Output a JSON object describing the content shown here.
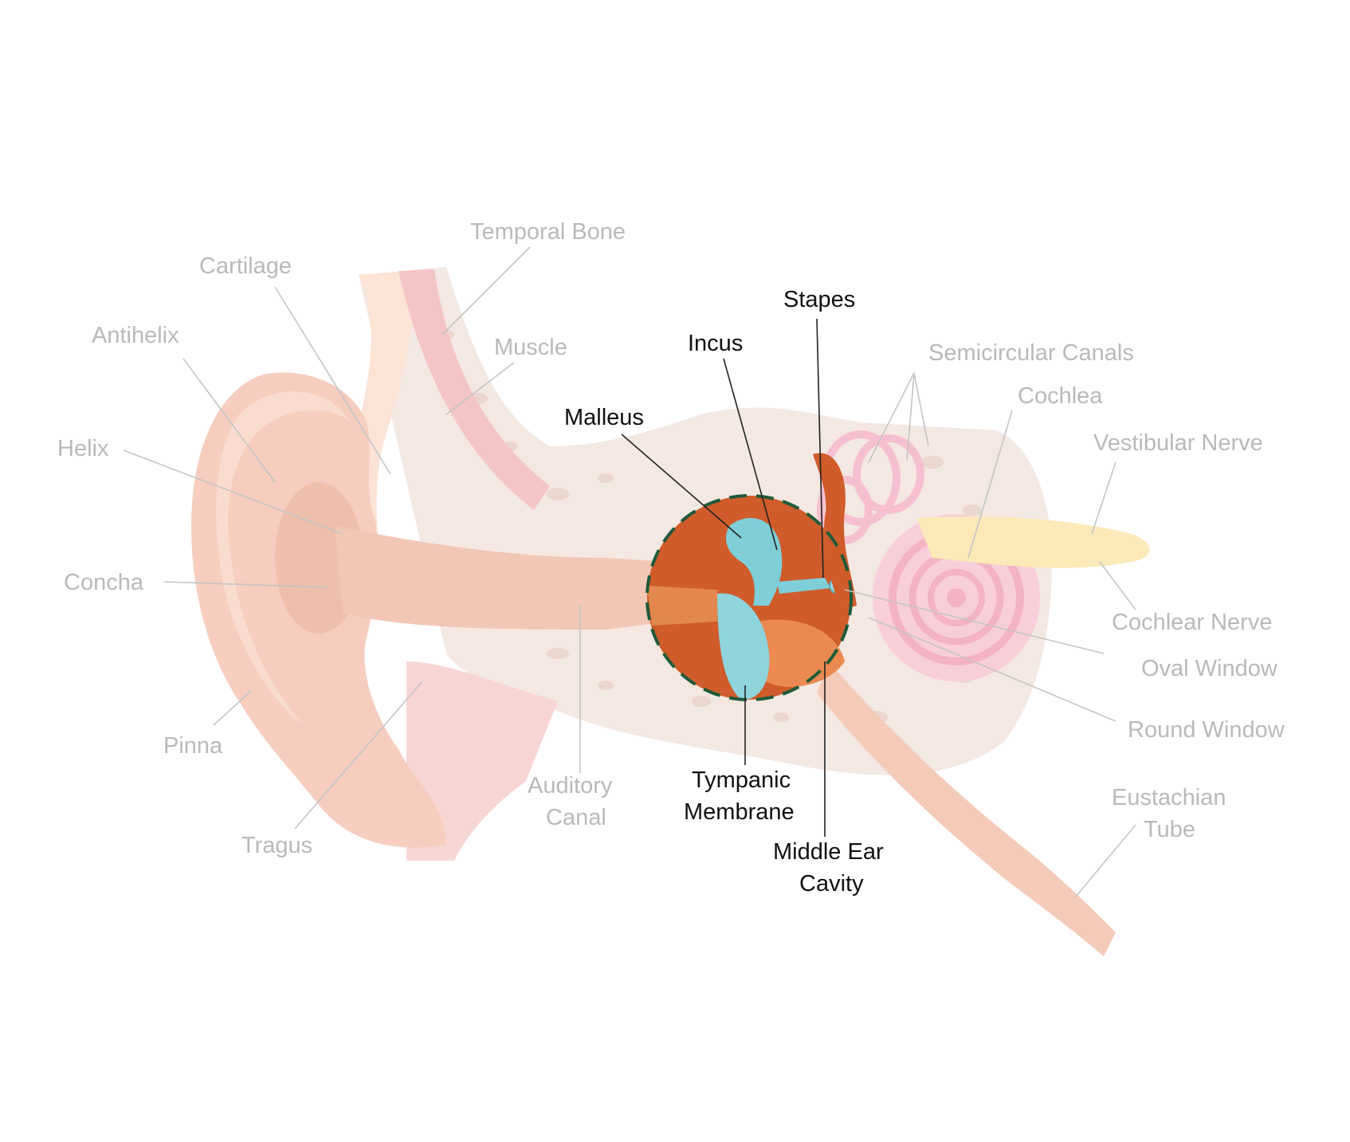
{
  "diagram": {
    "highlight_color": "#1f5a3a",
    "faded_labels": {
      "temporal_bone": "Temporal Bone",
      "cartilage": "Cartilage",
      "antihelix": "Antihelix",
      "muscle": "Muscle",
      "helix": "Helix",
      "concha": "Concha",
      "pinna": "Pinna",
      "tragus": "Tragus",
      "auditory_canal_line1": "Auditory",
      "auditory_canal_line2": "Canal",
      "semicircular_canals": "Semicircular Canals",
      "cochlea": "Cochlea",
      "vestibular_nerve": "Vestibular Nerve",
      "cochlear_nerve": "Cochlear Nerve",
      "oval_window": "Oval Window",
      "round_window": "Round Window",
      "eustachian_tube_line1": "Eustachian",
      "eustachian_tube_line2": "Tube"
    },
    "highlighted_labels": {
      "stapes": "Stapes",
      "incus": "Incus",
      "malleus": "Malleus",
      "tympanic_membrane_line1": "Tympanic",
      "tympanic_membrane_line2": "Membrane",
      "middle_ear_cavity_line1": "Middle Ear",
      "middle_ear_cavity_line2": "Cavity"
    }
  }
}
